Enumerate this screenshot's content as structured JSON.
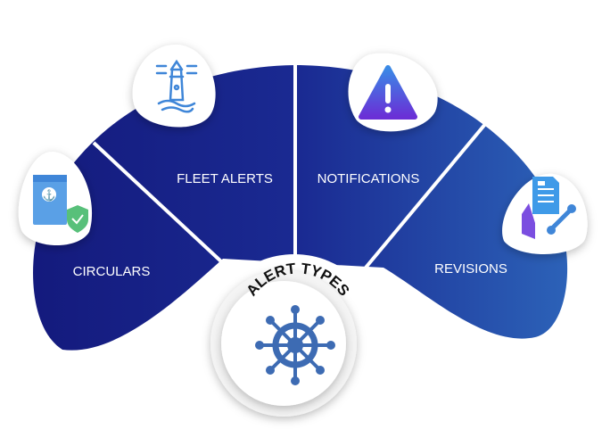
{
  "center": {
    "title": "ALERT TYPES",
    "icon": "ship-wheel-icon"
  },
  "segments": [
    {
      "label": "CIRCULARS",
      "icon": "anchor-document-shield-icon"
    },
    {
      "label": "FLEET ALERTS",
      "icon": "lighthouse-icon"
    },
    {
      "label": "NOTIFICATIONS",
      "icon": "warning-triangle-icon"
    },
    {
      "label": "REVISIONS",
      "icon": "document-wrench-icon"
    }
  ],
  "colors": {
    "gradient_start": "#141a7d",
    "gradient_end": "#2c62b8",
    "wheel": "#3d6bb3"
  }
}
